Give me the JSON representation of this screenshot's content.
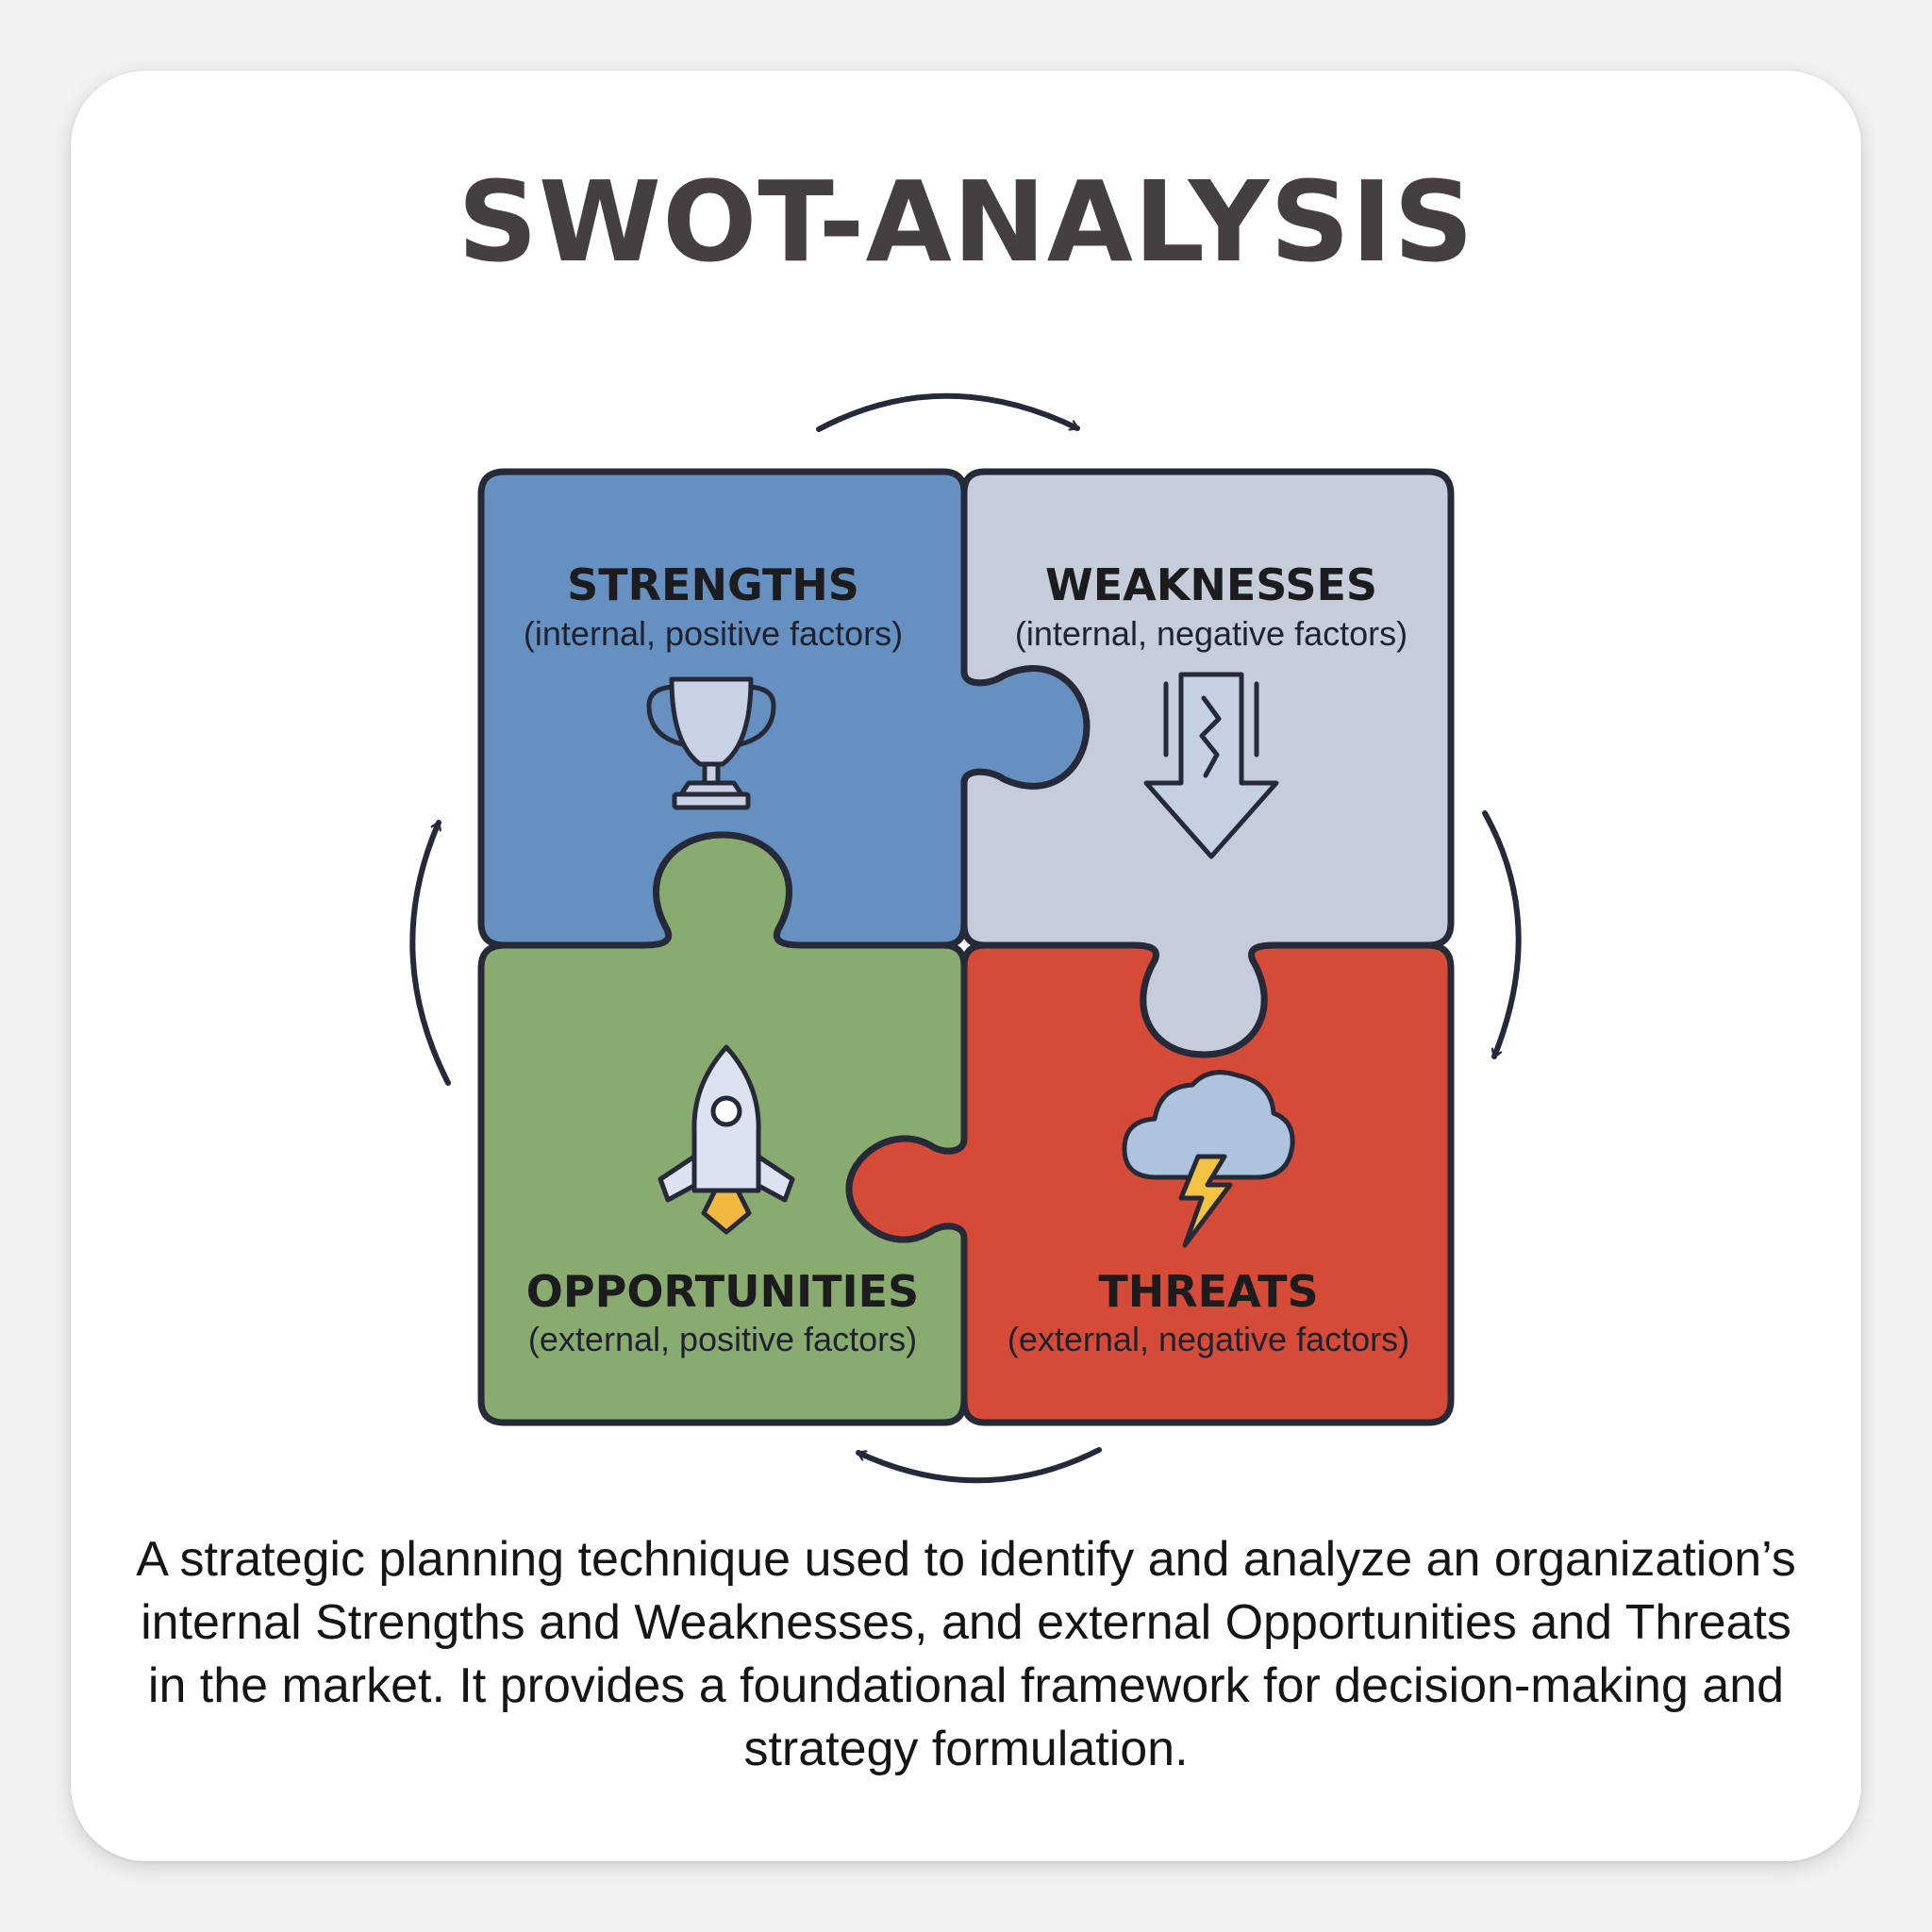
{
  "title": "SWOT-ANALYSIS",
  "quadrants": {
    "strengths": {
      "title": "STRENGTHS",
      "subtitle": "(internal, positive factors)",
      "color": "#6590bf",
      "icon": "trophy-icon"
    },
    "weaknesses": {
      "title": "WEAKNESSES",
      "subtitle": "(internal, negative factors)",
      "color": "#c4cdd9",
      "icon": "cracked-down-arrow-icon"
    },
    "opportunities": {
      "title": "OPPORTUNITIES",
      "subtitle": "(external, positive factors)",
      "color": "#8aab6f",
      "icon": "rocket-icon"
    },
    "threats": {
      "title": "THREATS",
      "subtitle": "(external, negative factors)",
      "color": "#d64b38",
      "icon": "storm-cloud-icon"
    }
  },
  "cycle_arrows": [
    "clockwise-arrow-top",
    "clockwise-arrow-right",
    "clockwise-arrow-bottom",
    "clockwise-arrow-left"
  ],
  "description": "A strategic planning technique used to identify and analyze an organization’s internal Strengths and Weaknesses, and external Opportunities and Threats in the market. It provides a foundational framework for decision-making and strategy formulation."
}
